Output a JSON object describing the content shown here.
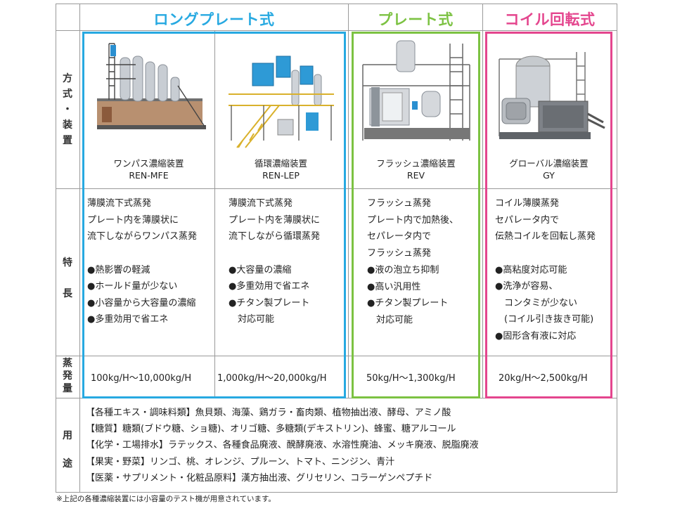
{
  "row_labels": {
    "method": [
      "方",
      "式",
      "・",
      "装",
      "置"
    ],
    "features": [
      "特",
      "長"
    ],
    "capacity": [
      "蒸",
      "発",
      "量"
    ],
    "uses": [
      "用",
      "途"
    ]
  },
  "groups": [
    {
      "title": "ロングプレート式",
      "color": "#27a9e1"
    },
    {
      "title": "プレート式",
      "color": "#7cc242"
    },
    {
      "title": "コイル回転式",
      "color": "#e4468e"
    }
  ],
  "devices": [
    {
      "name": "ワンパス濃縮装置",
      "model": "REN-MFE",
      "features": [
        "薄膜流下式蒸発",
        "プレート内を薄膜状に",
        "流下しながらワンパス蒸発"
      ],
      "bullets": [
        "●熱影響の軽減",
        "●ホールド量が少ない",
        "●小容量から大容量の濃縮",
        "●多重効用で省エネ"
      ],
      "capacity": "100kg/H～10,000kg/H"
    },
    {
      "name": "循環濃縮装置",
      "model": "REN-LEP",
      "features": [
        "薄膜流下式蒸発",
        "プレート内を薄膜状に",
        "流下しながら循環蒸発"
      ],
      "bullets": [
        "●大容量の濃縮",
        "●多重効用で省エネ",
        "●チタン製プレート",
        "　対応可能"
      ],
      "capacity": "1,000kg/H～20,000kg/H"
    },
    {
      "name": "フラッシュ濃縮装置",
      "model": "REV",
      "features": [
        "フラッシュ蒸発",
        "プレート内で加熱後、",
        "セパレータ内で",
        "フラッシュ蒸発"
      ],
      "bullets": [
        "●液の泡立ち抑制",
        "●高い汎用性",
        "●チタン製プレート",
        "　対応可能"
      ],
      "capacity": "50kg/H～1,300kg/H"
    },
    {
      "name": "グローバル濃縮装置",
      "model": "GY",
      "features": [
        "コイル薄膜蒸発",
        "セパレータ内で",
        "伝熱コイルを回転し蒸発"
      ],
      "bullets": [
        "●高粘度対応可能",
        "●洗浄が容易、",
        "　コンタミが少ない",
        "　(コイル引き抜き可能)",
        "●固形含有液に対応"
      ],
      "capacity": "20kg/H～2,500kg/H"
    }
  ],
  "uses": [
    "【各種エキス・調味料類】魚貝類、海藻、鶏ガラ・畜肉類、植物抽出液、酵母、アミノ酸",
    "【糖質】糖類(ブドウ糖、ショ糖)、オリゴ糖、多糖類(デキストリン)、蜂蜜、糖アルコール",
    "【化学・工場排水】ラテックス、各種食品廃液、醗酵廃液、水溶性廃油、メッキ廃液、脱脂廃液",
    "【果実・野菜】リンゴ、桃、オレンジ、プルーン、トマト、ニンジン、青汁",
    "【医薬・サプリメント・化粧品原料】漢方抽出液、グリセリン、コラーゲンペプチド"
  ],
  "footnote": "※上記の各種濃縮装置には小容量のテスト機が用意されています。",
  "icons": [
    "evaporator-plant-photo"
  ]
}
